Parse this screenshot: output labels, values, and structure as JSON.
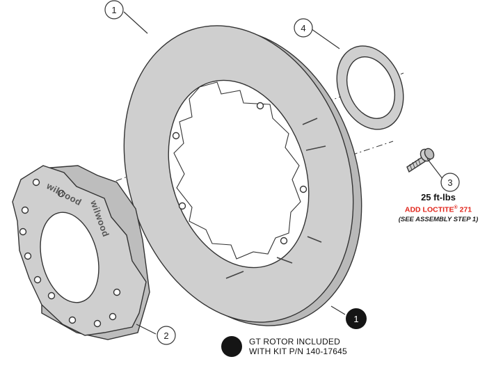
{
  "callouts": {
    "rotor": "1",
    "hat": "2",
    "bolt": "3",
    "shim": "4",
    "rotor_included_marker": "1"
  },
  "hat_logo": "wilwood",
  "bolt_note": {
    "torque": "25 ft-lbs",
    "loctite_prefix": "ADD LOCTITE",
    "registered_mark": "®",
    "loctite_number": "271",
    "assembly_step": "(SEE ASSEMBLY STEP 1)"
  },
  "legend": {
    "line1": "GT ROTOR INCLUDED",
    "line2": "WITH KIT P/N 140-17645"
  },
  "colors": {
    "part_fill": "#cfcfcf",
    "outline": "#333333",
    "warning_red": "#e1261c",
    "marker_fill": "#151515"
  }
}
